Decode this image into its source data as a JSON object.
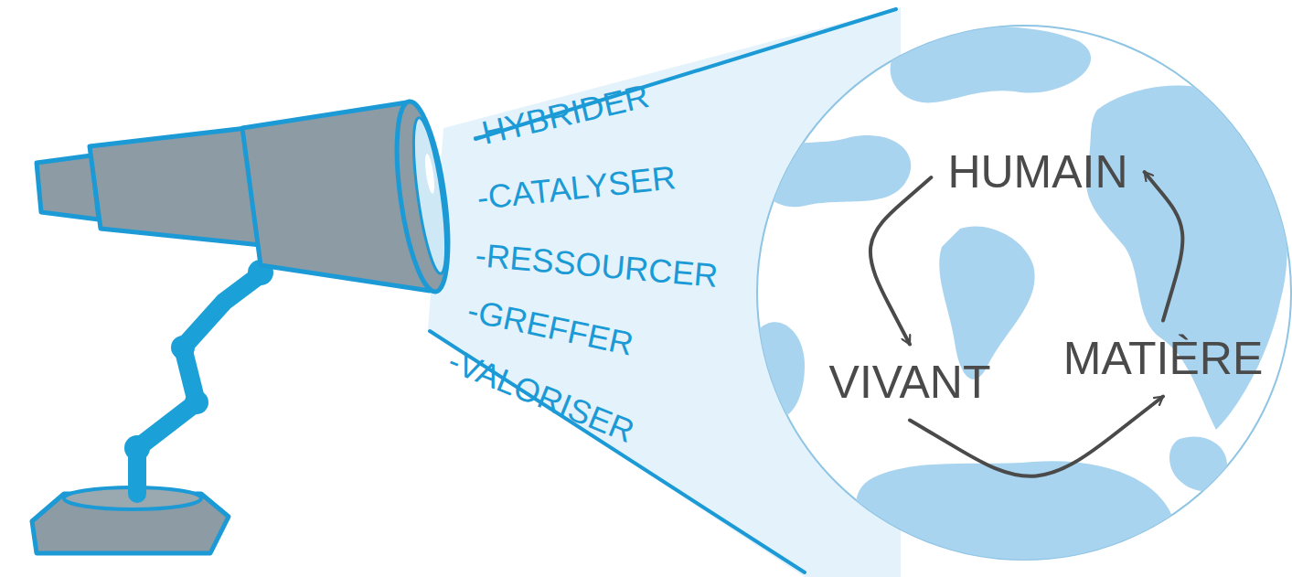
{
  "diagram": {
    "nodes": [
      {
        "text": [
          "HUMAIN"
        ]
      },
      {
        "text": [
          "VIVANT"
        ]
      },
      {
        "text": [
          "MATIÈRE"
        ]
      }
    ],
    "edges": [
      {
        "from": 0,
        "to": 1,
        "arrow": "to"
      },
      {
        "from": 1,
        "to": 2,
        "arrow": "to"
      },
      {
        "from": 2,
        "to": 0,
        "arrow": "to"
      }
    ],
    "labels": [
      "-HYBRIDER",
      "-CATALYSER",
      "-RESSOURCER",
      "-GREFFER",
      "-VALORISER"
    ]
  }
}
